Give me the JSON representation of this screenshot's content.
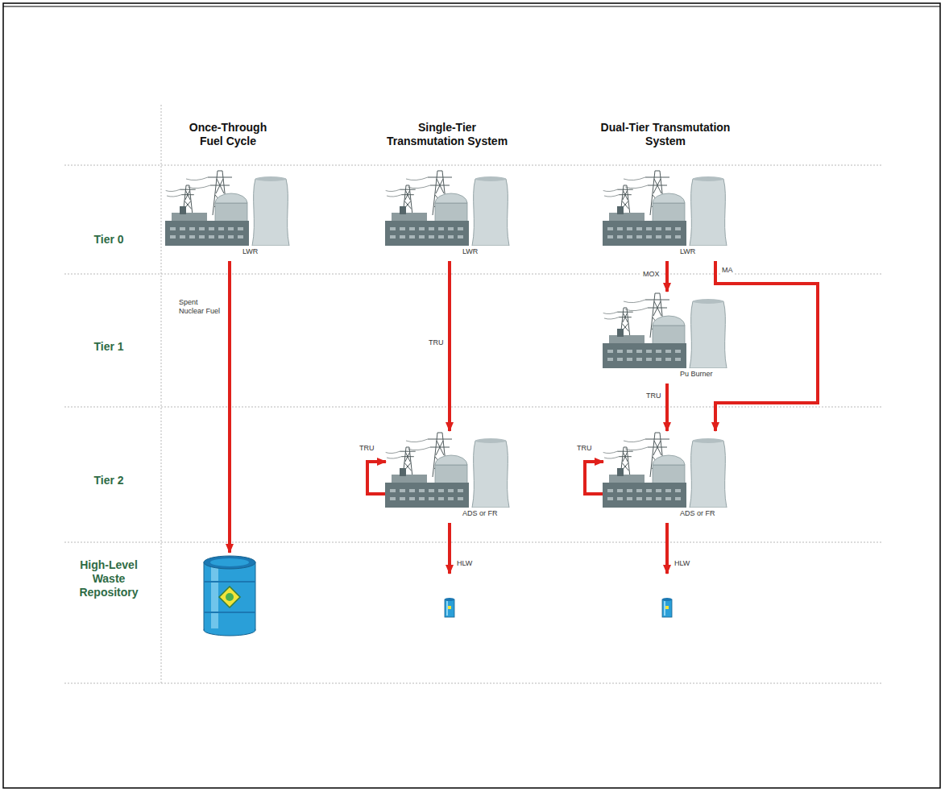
{
  "diagram": {
    "nodes": [
      {
        "text": [
          "LWR"
        ]
      },
      {
        "text": [
          "LWR"
        ]
      },
      {
        "text": [
          "LWR"
        ]
      },
      {
        "text": [
          "Pu Burner"
        ]
      },
      {
        "text": [
          "ADS or FR"
        ]
      },
      {
        "text": [
          "ADS or FR"
        ]
      }
    ],
    "edges": [
      {
        "from": 1,
        "to": 4,
        "label": "TRU",
        "arrow": "to"
      },
      {
        "from": 4,
        "to": 4,
        "label": "TRU",
        "arrow": "to"
      },
      {
        "from": 2,
        "to": 3,
        "label": "MOX",
        "arrow": "to"
      },
      {
        "from": 2,
        "to": 5,
        "label": "MA",
        "arrow": "to"
      },
      {
        "from": 3,
        "to": 5,
        "label": "TRU",
        "arrow": "to"
      },
      {
        "from": 5,
        "to": 5,
        "label": "TRU",
        "arrow": "to"
      }
    ],
    "labels": [
      "Once-Through Fuel Cycle",
      "Single-Tier Transmutation System",
      "Dual-Tier Transmutation System",
      "Tier 0",
      "Tier 1",
      "Tier 2",
      "High-Level Waste Repository",
      "Spent Nuclear Fuel",
      "HLW",
      "HLW"
    ]
  }
}
